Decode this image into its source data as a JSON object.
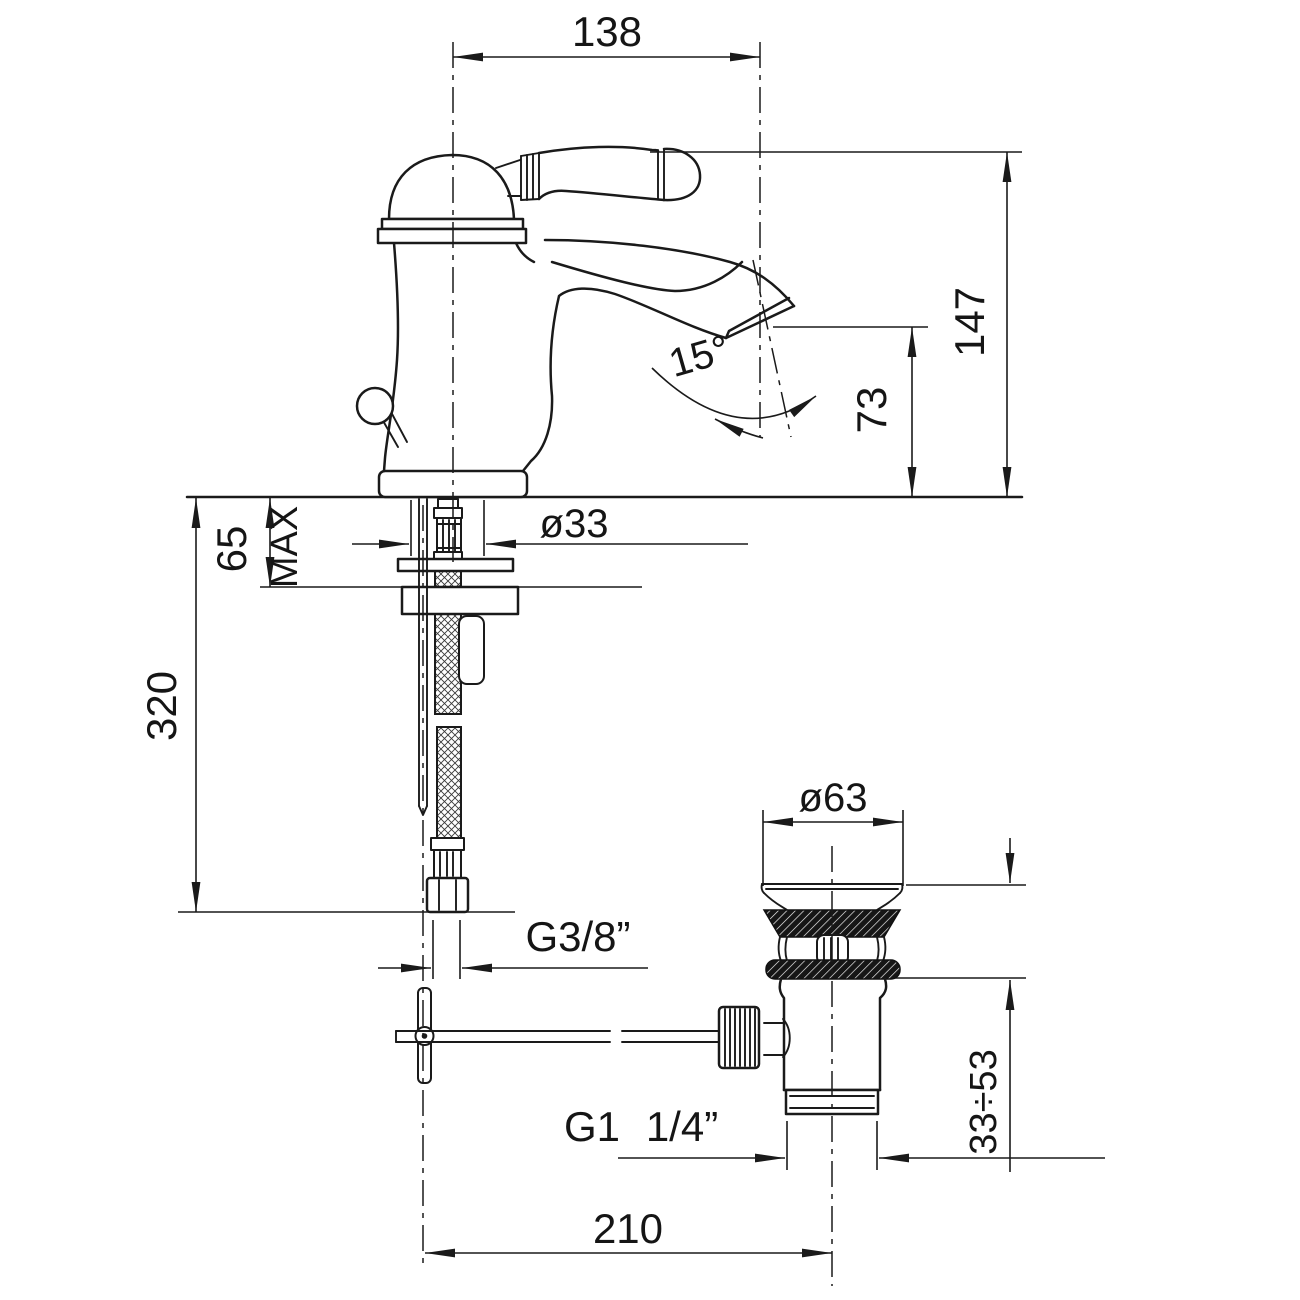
{
  "drawing": {
    "type": "technical-dimension-drawing",
    "subject": "single-lever basin mixer with pop-up waste",
    "background_color": "#ffffff",
    "line_color": "#1a1a1a"
  },
  "dims": {
    "spout_reach": "138",
    "total_height": "147",
    "spout_height": "73",
    "spout_angle": "15°",
    "body_diameter": "ø33",
    "deck_max": "65",
    "deck_max_label": "MAX",
    "hose_length": "320",
    "supply_thread": "G3/8”",
    "waste_flange": "ø63",
    "waste_range": "33÷53",
    "waste_thread_g": "G1",
    "waste_thread_frac": "1/4”",
    "pop_up_reach": "210"
  }
}
